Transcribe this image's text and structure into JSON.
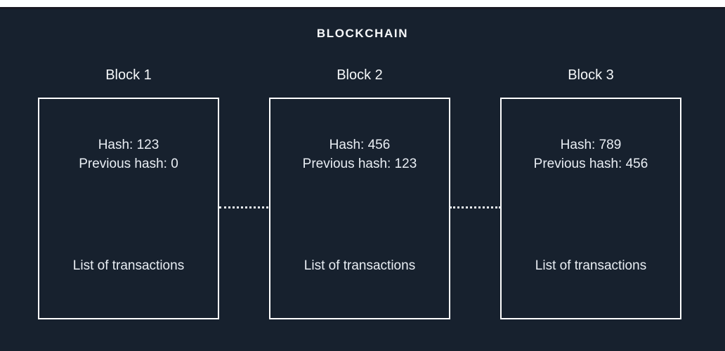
{
  "title": "BLOCKCHAIN",
  "blocks": [
    {
      "label": "Block 1",
      "hash": "Hash: 123",
      "previous_hash": "Previous hash: 0",
      "transactions": "List of transactions"
    },
    {
      "label": "Block 2",
      "hash": "Hash: 456",
      "previous_hash": "Previous hash: 123",
      "transactions": "List of transactions"
    },
    {
      "label": "Block 3",
      "hash": "Hash: 789",
      "previous_hash": "Previous hash: 456",
      "transactions": "List of transactions"
    }
  ],
  "colors": {
    "page_background": "#ffffff",
    "panel_background": "#17212e",
    "panel_top_edge": "#1a1a24",
    "box_border": "#ffffff",
    "title_text": "#f7f9fb",
    "body_text": "#e9eef4",
    "dotted_link": "#e8ecf2"
  }
}
